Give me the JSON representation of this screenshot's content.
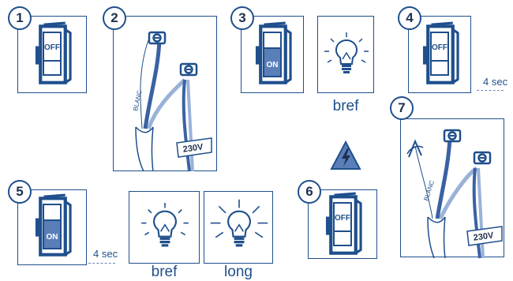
{
  "steps": [
    "1",
    "2",
    "3",
    "4",
    "5",
    "6",
    "7"
  ],
  "switch": {
    "off_label": "OFF",
    "on_label": "ON"
  },
  "wire": {
    "white_label": "BLANC",
    "voltage": "230V"
  },
  "durations": {
    "step4": "4 sec",
    "step5": "4 sec"
  },
  "flash": {
    "short": "bref",
    "long": "long"
  },
  "colors": {
    "blue": "#1f4f8c",
    "dark_wire": "#3a62a3",
    "light_wire": "#9ab2d8",
    "warning": "#1f4f8c"
  }
}
